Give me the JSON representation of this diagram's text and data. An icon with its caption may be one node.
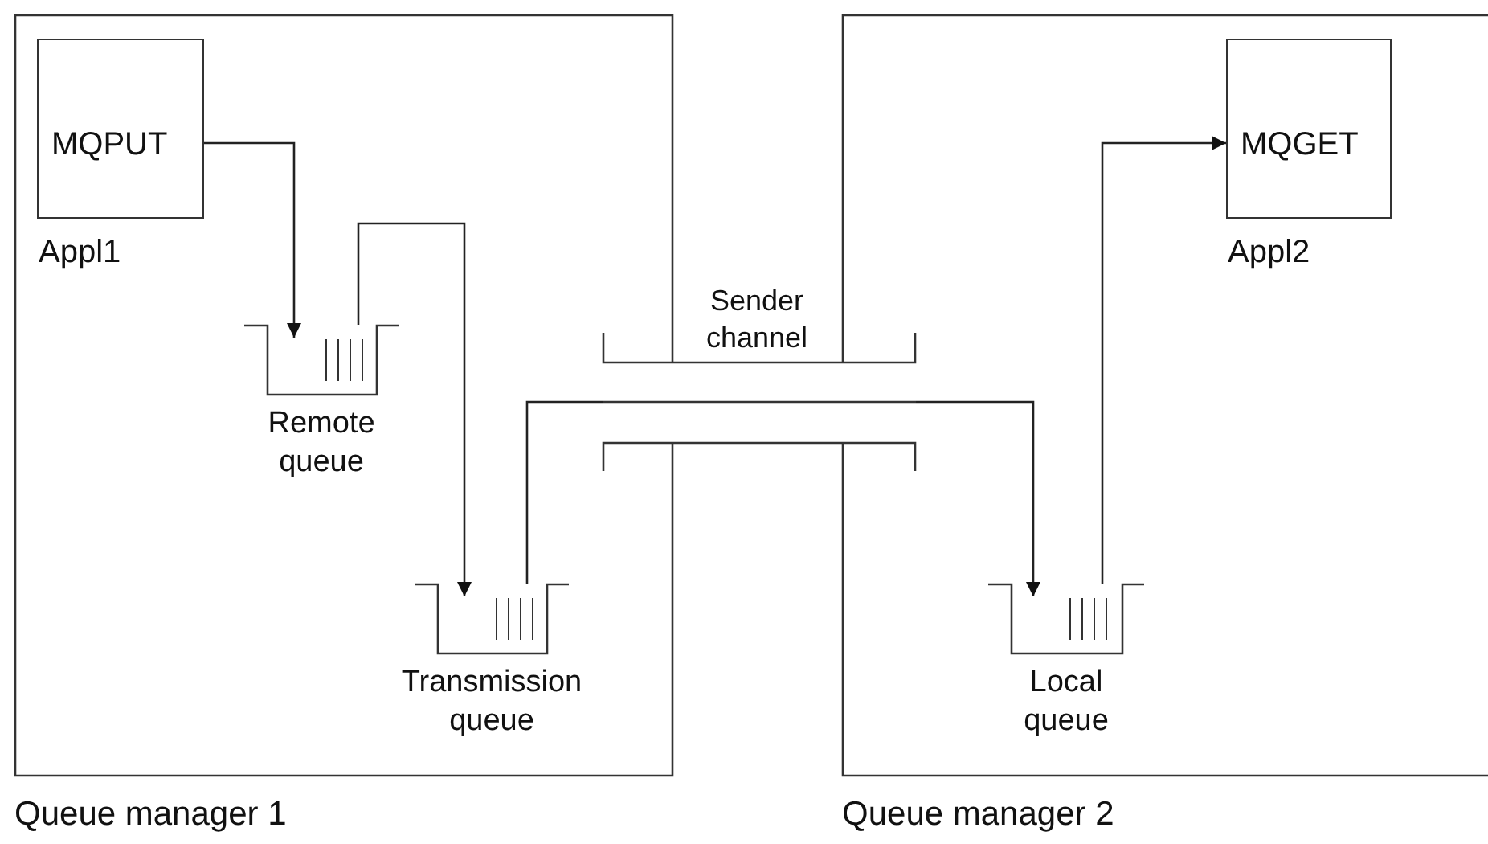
{
  "diagram": {
    "nodes": [
      {
        "text": [
          "Queue manager 1"
        ]
      },
      {
        "text": [
          "MQPUT"
        ],
        "beside": [
          "Appl1"
        ],
        "in": 0
      },
      {
        "text": [
          "Remote queue"
        ],
        "in": 0
      },
      {
        "text": [
          "Transmission queue"
        ],
        "in": 0
      },
      {
        "text": [
          "Sender channel"
        ]
      },
      {
        "text": [
          "Queue manager 2"
        ]
      },
      {
        "text": [
          "MQGET"
        ],
        "beside": [
          "Appl2"
        ],
        "in": 5
      },
      {
        "text": [
          "Local queue"
        ],
        "in": 5
      }
    ],
    "edges": [
      {
        "from": 1,
        "to": 2,
        "arrow": "to"
      },
      {
        "from": 2,
        "to": 3,
        "arrow": "to"
      },
      {
        "from": 3,
        "to": 4,
        "arrow": "none"
      },
      {
        "from": 4,
        "to": 7,
        "arrow": "to"
      },
      {
        "from": 7,
        "to": 6,
        "arrow": "to"
      }
    ]
  }
}
